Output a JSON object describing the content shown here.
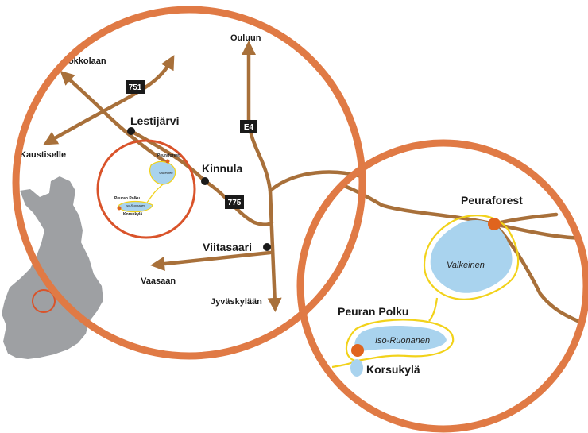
{
  "colors": {
    "ring": "#e07a45",
    "inner_ring": "#d9532a",
    "road": "#a8703a",
    "trail": "#f2d21a",
    "lake": "#a9d3ee",
    "town_marker": "#e0641e",
    "town_dot": "#1a1a1a",
    "finland": "#9ea0a3",
    "shield": "#1a1a1a"
  },
  "overview": {
    "towns": {
      "lestijarvi": "Lestijärvi",
      "kinnula": "Kinnula",
      "viitasaari": "Viitasaari"
    },
    "directions": {
      "kokkola": "Kokkolaan",
      "kaustinen": "Kaustiselle",
      "oulu": "Ouluun",
      "vaasa": "Vaasaan",
      "jyvaskyla": "Jyväskylään"
    },
    "roads": {
      "r751": "751",
      "e4": "E4",
      "r775": "775"
    },
    "inset": {
      "peuraforest": "Peuraforest",
      "valkeinen": "Valkeinen",
      "peuran_polku": "Peuran Polku",
      "iso_ruonanen": "Iso-Ruonanen",
      "korsukyla": "Korsukylä"
    }
  },
  "detail": {
    "peuraforest": "Peuraforest",
    "valkeinen": "Valkeinen",
    "peuran_polku": "Peuran Polku",
    "iso_ruonanen": "Iso-Ruonanen",
    "korsukyla": "Korsukylä"
  },
  "icons": {
    "finland_locator": "finland-silhouette-icon",
    "town_dot": "town-dot-icon",
    "destination": "destination-marker-icon",
    "arrow": "direction-arrow-icon"
  }
}
